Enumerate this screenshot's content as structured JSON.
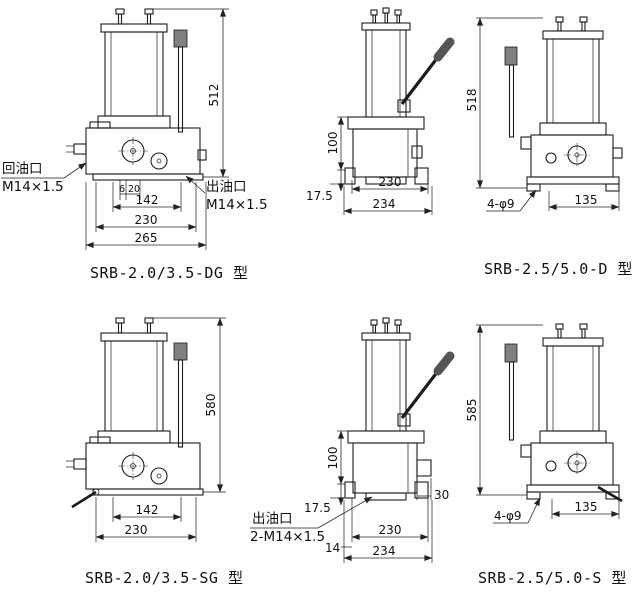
{
  "figures": {
    "dg": {
      "caption": "SRB-2.0/3.5-DG 型",
      "dim_height": "512",
      "dim_w1": "142",
      "dim_w2": "230",
      "dim_w3": "265",
      "dim_s1": "6",
      "dim_s2": "20",
      "return_label": "回油口",
      "return_thread": "M14×1.5",
      "outlet_label": "出油口",
      "outlet_thread": "M14×1.5"
    },
    "side_top": {
      "dim_height_base": "100",
      "dim_foot": "17.5",
      "dim_w1": "230",
      "dim_w2": "234"
    },
    "d": {
      "caption": "SRB-2.5/5.0-D 型",
      "dim_height": "518",
      "holes_label": "4-φ9",
      "dim_w1": "135"
    },
    "sg": {
      "caption": "SRB-2.0/3.5-SG 型",
      "dim_height": "580",
      "dim_w1": "142",
      "dim_w2": "230"
    },
    "side_bottom": {
      "dim_height_base": "100",
      "dim_foot": "17.5",
      "dim_boss": "30",
      "dim_w1": "230",
      "dim_w2": "234",
      "dim_offset": "14",
      "outlet_label": "出油口",
      "outlet_thread": "2-M14×1.5"
    },
    "s": {
      "caption": "SRB-2.5/5.0-S 型",
      "dim_height": "585",
      "holes_label": "4-φ9",
      "dim_w1": "135"
    }
  }
}
